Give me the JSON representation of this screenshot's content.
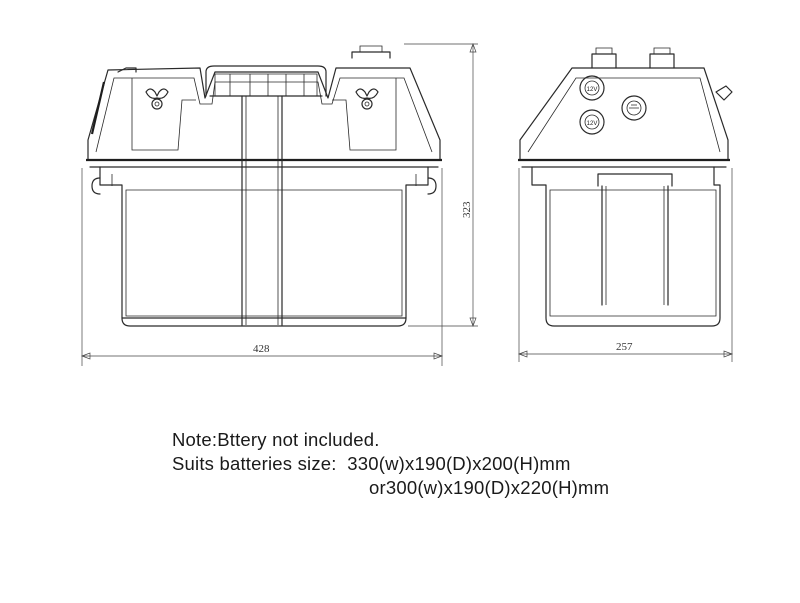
{
  "dimensions": {
    "front_width": "428",
    "height": "323",
    "side_depth": "257"
  },
  "socket_labels": {
    "upper": "12V",
    "lower": "12V"
  },
  "notes": {
    "line1": "Note:Bttery not included.",
    "line2": "Suits batteries size:  330(w)x190(D)x200(H)mm",
    "line3": "or300(w)x190(D)x220(H)mm"
  }
}
